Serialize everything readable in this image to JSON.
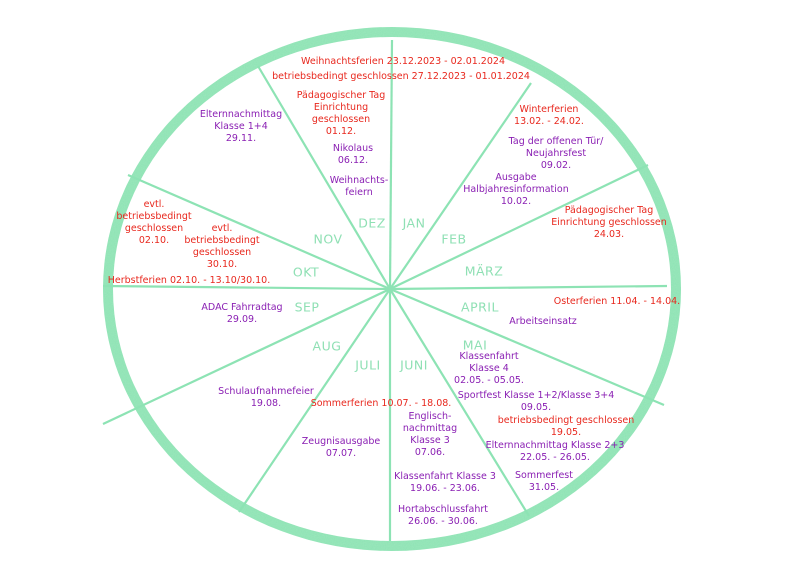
{
  "colors": {
    "ring": "#8de3b4",
    "ring_edge": "#7fd7a7",
    "spoke": "#8de3b4",
    "holiday": "#e8281e",
    "event": "#8a1fb3",
    "month": "#8fe0b4"
  },
  "months": {
    "jan": "JAN",
    "feb": "FEB",
    "maerz": "MÄRZ",
    "april": "APRIL",
    "mai": "MAI",
    "juni": "JUNI",
    "juli": "JULI",
    "aug": "AUG",
    "sep": "SEP",
    "okt": "OKT",
    "nov": "NOV",
    "dez": "DEZ"
  },
  "events": {
    "weihnachtsferien": [
      "Weihnachtsferien 23.12.2023 - 02.01.2024"
    ],
    "dez_geschlossen": [
      "betriebsbedingt geschlossen 27.12.2023 - 01.01.2024"
    ],
    "winterferien": [
      "Winterferien",
      "13.02. - 24.02."
    ],
    "tag_offene_tuer": [
      "Tag der offenen Tür/",
      "Neujahrsfest",
      "09.02."
    ],
    "halbjahresinfo": [
      "Ausgabe",
      "Halbjahresinformation",
      "10.02."
    ],
    "paed_tag_maerz": [
      "Pädagogischer Tag",
      "Einrichtung geschlossen",
      "24.03."
    ],
    "osterferien": [
      "Osterferien 11.04. - 14.04."
    ],
    "arbeitseinsatz": [
      "Arbeitseinsatz"
    ],
    "klassenfahrt4": [
      "Klassenfahrt",
      "Klasse 4",
      "02.05. - 05.05."
    ],
    "sportfest": [
      "Sportfest Klasse 1+2/Klasse 3+4",
      "09.05."
    ],
    "mai_geschlossen": [
      "betriebsbedingt geschlossen",
      "19.05."
    ],
    "elternnachmittag23": [
      "Elternnachmittag Klasse 2+3",
      "22.05. - 26.05."
    ],
    "sommerfest": [
      "Sommerfest",
      "31.05."
    ],
    "englisch": [
      "Englisch-",
      "nachmittag",
      "Klasse 3",
      "07.06."
    ],
    "klassenfahrt3": [
      "Klassenfahrt Klasse 3",
      "19.06. - 23.06."
    ],
    "hortabschluss": [
      "Hortabschlussfahrt",
      "26.06. - 30.06."
    ],
    "sommerferien": [
      "Sommerferien 10.07. - 18.08."
    ],
    "zeugnis": [
      "Zeugnisausgabe",
      "07.07."
    ],
    "schulaufnahme": [
      "Schulaufnahmefeier",
      "19.08."
    ],
    "adac": [
      "ADAC Fahrradtag",
      "29.09."
    ],
    "herbstferien": [
      "Herbstferien 02.10. - 13.10/30.10."
    ],
    "okt_geschlossen1": [
      "evtl.",
      "betriebsbedingt",
      "geschlossen",
      "02.10."
    ],
    "okt_geschlossen2": [
      "evtl.",
      "betriebsbedingt",
      "geschlossen",
      "30.10."
    ],
    "elternnachmittag14": [
      "Elternnachmittag",
      "Klasse 1+4",
      "29.11."
    ],
    "paed_tag_dez": [
      "Pädagogischer Tag",
      "Einrichtung",
      "geschlossen",
      "01.12."
    ],
    "nikolaus": [
      "Nikolaus",
      "06.12."
    ],
    "weihnachtsfeiern": [
      "Weihnachts-",
      "feiern"
    ]
  }
}
